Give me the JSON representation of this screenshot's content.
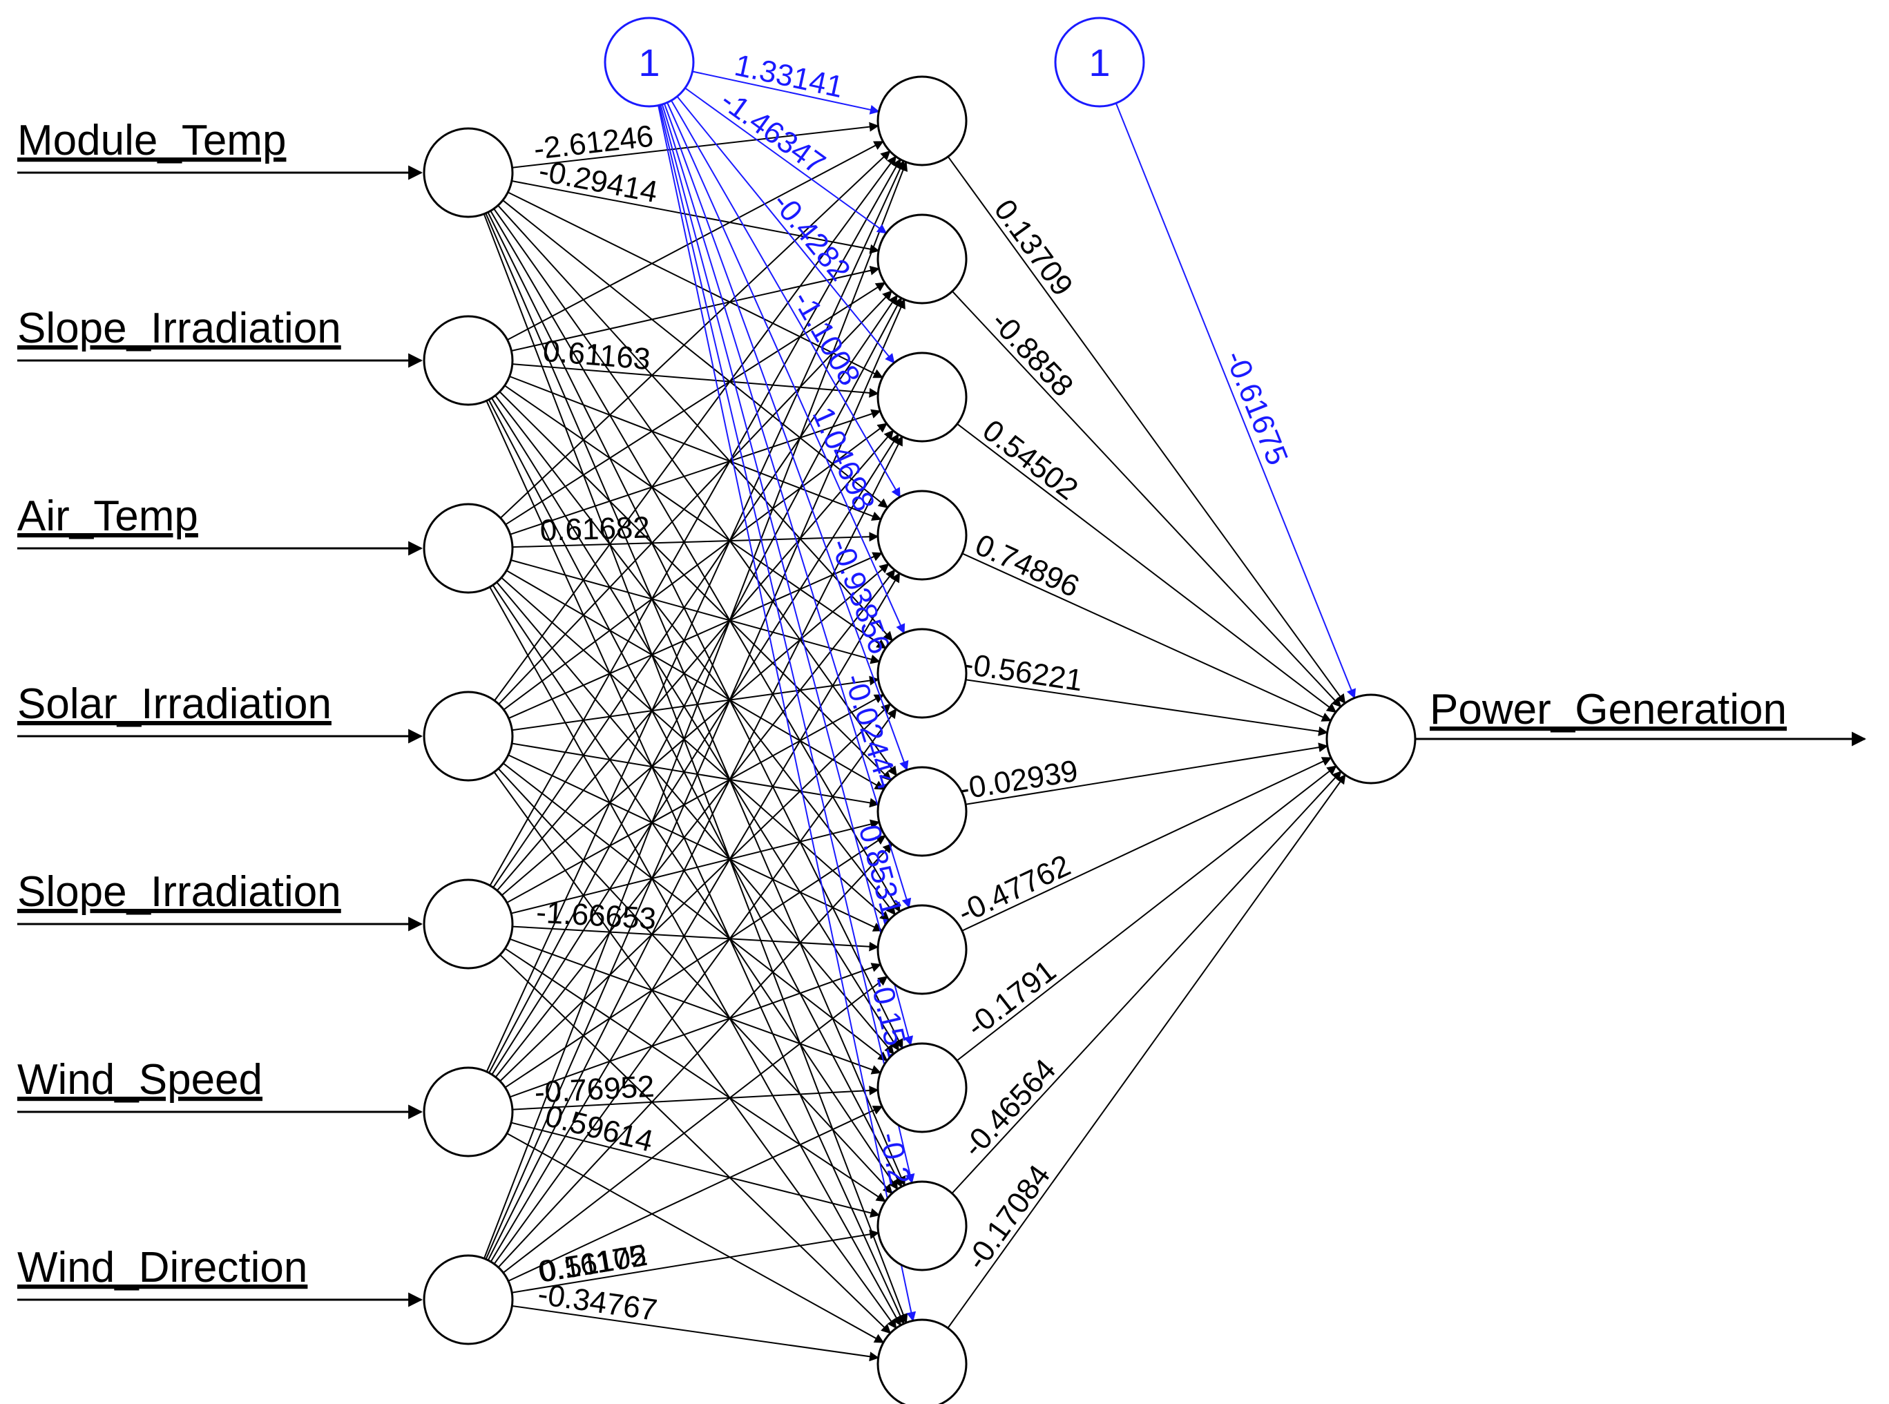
{
  "colors": {
    "edge": "#000000",
    "bias": "#1a1aff",
    "node_fill": "#ffffff"
  },
  "inputs": [
    "Module_Temp",
    "Slope_Irradiation",
    "Air_Temp",
    "Solar_Irradiation",
    "Slope_Irradiation",
    "Wind_Speed",
    "Wind_Direction"
  ],
  "hidden_count": 10,
  "output": "Power_Generation",
  "bias_label": "1",
  "hidden_to_output_weights": [
    "0.13709",
    "-0.8858",
    "0.54502",
    "0.74896",
    "-0.56221",
    "-0.02939",
    "-0.47762",
    "-0.1791",
    "-0.46564",
    "-0.17084"
  ],
  "output_bias_weight": "-0.61675",
  "hidden_bias_weights": [
    "1.33141",
    "-1.46347",
    "-0.4282",
    "-1.1008",
    "1.04698",
    "-0.93856",
    "-0.02444",
    "0.85312",
    "-0.15169",
    "-0.27405"
  ],
  "input_edge_labels": [
    {
      "value": "-2.61246",
      "from": 0,
      "to": 0
    },
    {
      "value": "-0.29414",
      "from": 0,
      "to": 1
    },
    {
      "value": "0.61163",
      "from": 1,
      "to": 2
    },
    {
      "value": "0.61682",
      "from": 2,
      "to": 3
    },
    {
      "value": "-1.66653",
      "from": 4,
      "to": 6
    },
    {
      "value": "-0.76952",
      "from": 5,
      "to": 7
    },
    {
      "value": "0.59614",
      "from": 5,
      "to": 8
    },
    {
      "value": "0.51175",
      "from": 6,
      "to": 8
    },
    {
      "value": "0.16102",
      "from": 6,
      "to": 8
    },
    {
      "value": "-0.34767",
      "from": 6,
      "to": 9
    }
  ]
}
